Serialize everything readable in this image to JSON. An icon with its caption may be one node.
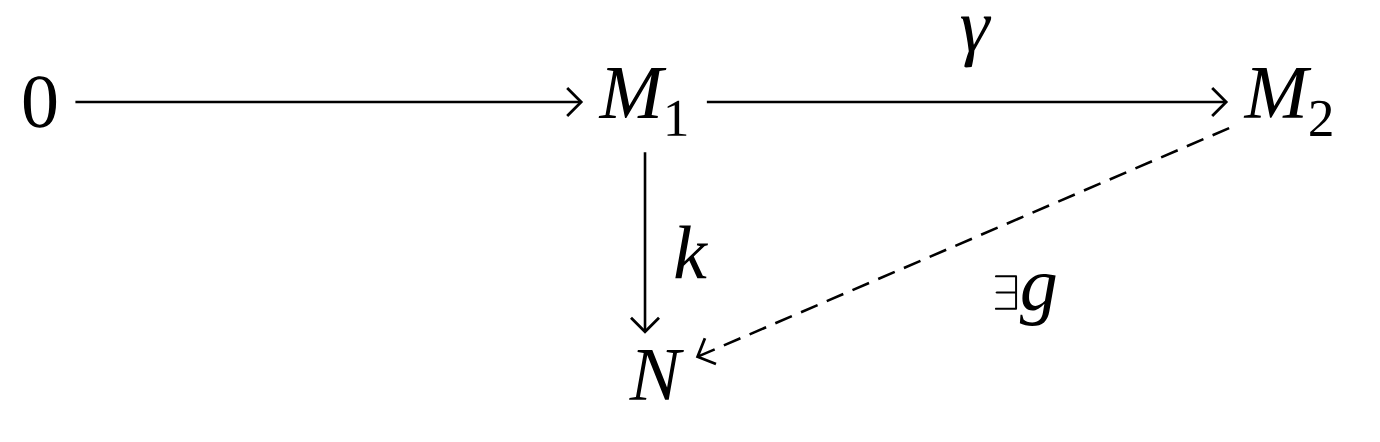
{
  "diagram": {
    "nodes": [
      {
        "text": [
          "0"
        ]
      },
      {
        "text": [
          "M_1"
        ]
      },
      {
        "text": [
          "M_2"
        ]
      },
      {
        "text": [
          "N"
        ]
      }
    ],
    "edges": [
      {
        "from": 0,
        "to": 1,
        "arrow": "to"
      },
      {
        "from": 1,
        "to": 2,
        "arrow": "to",
        "label": "\\gamma"
      },
      {
        "from": 1,
        "to": 3,
        "arrow": "to",
        "label": "k"
      },
      {
        "from": 2,
        "to": 3,
        "arrow": "to",
        "label": "\\exists g",
        "style": "dashed"
      }
    ]
  }
}
